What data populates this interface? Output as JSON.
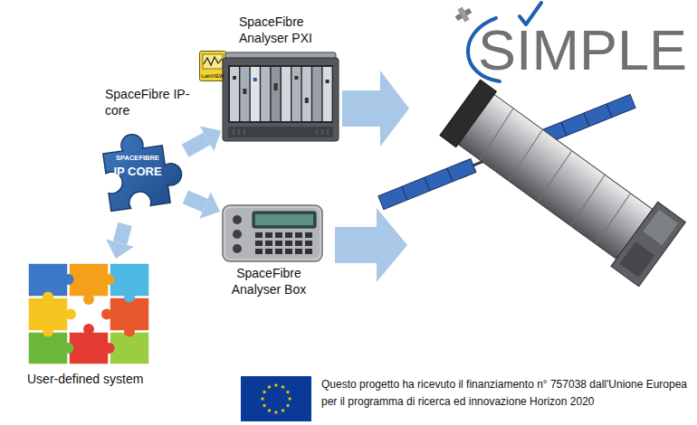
{
  "diagram": {
    "nodes": [
      {
        "text": [
          "SpaceFibre Analyser PXI"
        ]
      },
      {
        "text": [
          "SpaceFibre IP-core"
        ]
      },
      {
        "text": [
          "SPACEFIBRE",
          "IP CORE"
        ],
        "in": 1
      },
      {
        "text": [
          "SpaceFibre Analyser Box"
        ]
      },
      {
        "text": [
          "User-defined system"
        ]
      }
    ],
    "edges": [
      {
        "from": 2,
        "to": 0,
        "arrow": "to"
      },
      {
        "from": 2,
        "to": 3,
        "arrow": "to"
      },
      {
        "from": 2,
        "to": 4,
        "arrow": "to"
      }
    ],
    "labels": [
      "LabVIEW",
      "SIMPLE",
      "Questo progetto ha ricevuto il finanziamento n° 757038 dall'Unione Europea per il programma di ricerca ed innovazione Horizon 2020"
    ]
  }
}
